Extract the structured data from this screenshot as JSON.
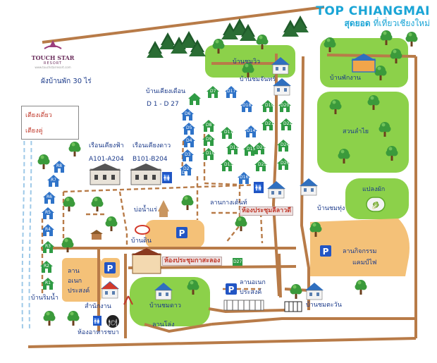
{
  "brand": {
    "top": "TOP",
    "chiangmai": "CHIANGMAI",
    "tagline_red": "สุดยอด",
    "tagline_rest": "ที่เที่ยวเชียงใหม่"
  },
  "logo": {
    "name": "TOUCH STAR",
    "sub": "RESORT",
    "url": "www.touchstarresort.com"
  },
  "plan_title": "ผังบ้านพัก 30 ไร่",
  "legend": {
    "single": "เตียงเดี่ยว",
    "double": "เตียงคู่"
  },
  "labels": {
    "ban_chom_wiew": "บ้านชมวิว",
    "ban_chom_jan": "บ้านชมจันทร์",
    "ban_phak_ngan": "บ้านพักงาน",
    "ban_tiang_duen": "บ้านเคียงเดือน",
    "d_range": "D 1 - D 27",
    "suan_lamyai": "สวนลำไย",
    "ruen_tiang_fah": "เรือนเคียงฟ้า",
    "a_range": "A101-A204",
    "ruen_tiang_dao": "เรือนเคียงดาว",
    "b_range": "B101-B204",
    "plaeng_phak": "แปลงผัก",
    "ban_chom_thung": "บ้านชมทุ่ง",
    "lan_kang_tent": "ลานกางเต้นท์",
    "hong_prachum_lawadee": "ห้องประชุมลีลาวดี",
    "bo_nam_rae": "บ่อน้ำแร่",
    "ban_din": "บ้านดิน",
    "lan_kitjakam": "ลานกิจกรรม",
    "camp_fire": "แคมป์ไฟ",
    "hong_prachum_kasalong": "ห้องประชุมกาสะลอง",
    "lan_anek_1": "ลาน",
    "lan_anek_2": "อเนก",
    "lan_anek_3": "ประสงค์",
    "ban_rim_nam": "บ้านริมน้ำ",
    "samnakngan": "สำนักงาน",
    "hong_ahan": "ห้องอาหารชบา",
    "ban_chom_dao": "บ้านชมดาว",
    "lan_anek_b1": "ลานอเนก",
    "lan_anek_b2": "ประสงค์",
    "ban_chom_tawan": "บ้านชมตะวัน",
    "lan_loeng": "ลานโล่ง"
  },
  "units": {
    "R": [
      "R1",
      "R2",
      "R3",
      "R4",
      "R5",
      "R6",
      "R7",
      "R8"
    ],
    "D_left": [
      "D1",
      "D2",
      "D3",
      "D4",
      "D5",
      "D6"
    ],
    "D_mid": [
      "D7",
      "D8",
      "D9",
      "D10"
    ],
    "D_top": [
      "D17",
      "D18"
    ],
    "D_right": [
      "D11",
      "D12",
      "D13",
      "D14",
      "D15",
      "D16",
      "D19",
      "D20",
      "D21",
      "D22",
      "D23",
      "D24",
      "D25",
      "D26",
      "D27"
    ]
  },
  "colors": {
    "lawn": "#8cd14a",
    "lawn_dark": "#5ea82a",
    "path": "#b87b48",
    "activity": "#f4c178",
    "house_blue": "#2f73c8",
    "house_green": "#2f9b44",
    "river": "#9ec9e8",
    "parking": "#2255c4"
  }
}
